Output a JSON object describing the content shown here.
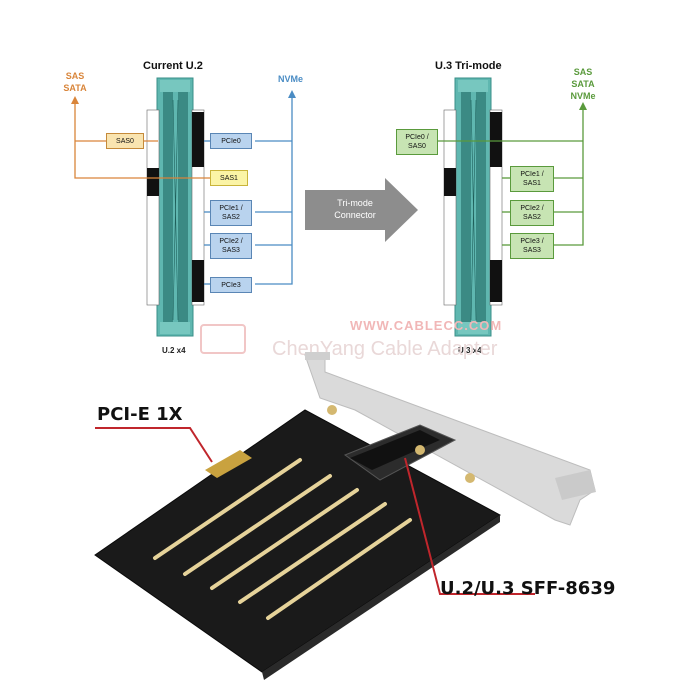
{
  "diagram": {
    "left": {
      "title": "Current U.2",
      "caption": "U.2 x4",
      "sas_label": "SAS",
      "sata_label": "SATA",
      "nvme_label": "NVMe",
      "boxes": [
        "SAS0",
        "SAS1",
        "PCIe0",
        "PCIe1 /\nSAS2",
        "PCIe2 /\nSAS3",
        "PCIe3"
      ]
    },
    "arrow": {
      "line1": "Tri-mode",
      "line2": "Connector"
    },
    "right": {
      "title": "U.3 Tri-mode",
      "caption": "U.3 x4",
      "labels": [
        "SAS",
        "SATA",
        "NVMe"
      ],
      "boxes": [
        "PCIe0 /\nSAS0",
        "PCIe1 /\nSAS1",
        "PCIe2 /\nSAS2",
        "PCIe3 /\nSAS3"
      ]
    }
  },
  "watermark": {
    "url": "WWW.CABLECC.COM",
    "company": "ChenYang Cable Adapter"
  },
  "callouts": {
    "pcie": "PCI-E 1X",
    "connector": "U.2/U.3 SFF-8639"
  },
  "colors": {
    "sas_orange": "#d9853a",
    "nvme_blue": "#4a8cc4",
    "trimode_green": "#5a9a3c",
    "callout_red": "#c0262c"
  }
}
